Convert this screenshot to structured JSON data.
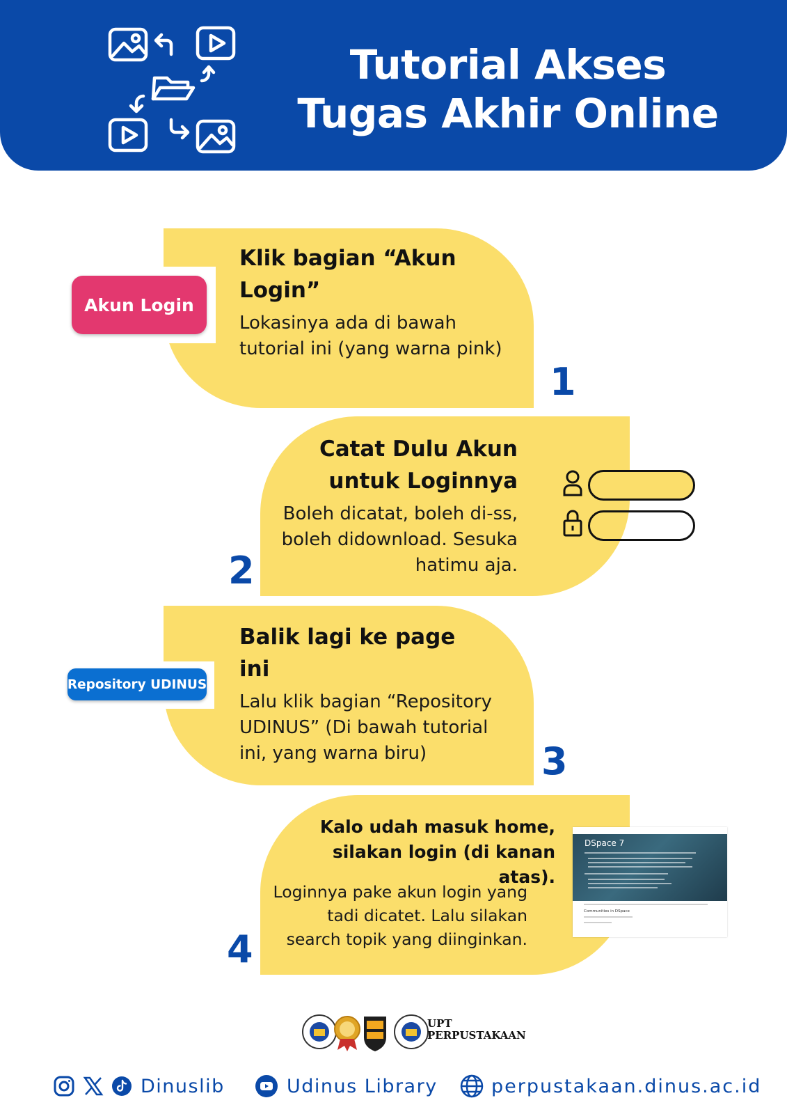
{
  "header": {
    "title_line1": "Tutorial Akses",
    "title_line2": "Tugas Akhir Online"
  },
  "steps": [
    {
      "number": "1",
      "heading": "Klik bagian “Akun Login”",
      "body": "Lokasinya ada di bawah tutorial ini (yang warna pink)",
      "sample_button": "Akun Login"
    },
    {
      "number": "2",
      "heading": "Catat Dulu Akun untuk Loginnya",
      "body": "Boleh dicatat, boleh di-ss, boleh didownload. Sesuka hatimu aja."
    },
    {
      "number": "3",
      "heading": "Balik lagi ke page ini",
      "body": "Lalu klik bagian “Repository UDINUS” (Di bawah tutorial ini, yang warna biru)",
      "sample_button": "Repository UDINUS"
    },
    {
      "number": "4",
      "heading": "Kalo udah masuk home, silakan login (di kanan atas).",
      "body": "Loginnya pake akun login yang tadi dicatet. Lalu silakan search topik yang diinginkan.",
      "screenshot_title": "DSpace 7",
      "screenshot_subtitle": "Communities in DSpace"
    }
  ],
  "org": {
    "line1": "UPT",
    "line2": "PERPUSTAKAAN"
  },
  "footer": {
    "social_handle": "Dinuslib",
    "youtube": "Udinus Library",
    "website": "perpustakaan.dinus.ac.id"
  },
  "colors": {
    "brand_blue": "#0a49a8",
    "card_yellow": "#fbde6b",
    "pink": "#e3386f",
    "button_blue": "#0b6fd1"
  }
}
